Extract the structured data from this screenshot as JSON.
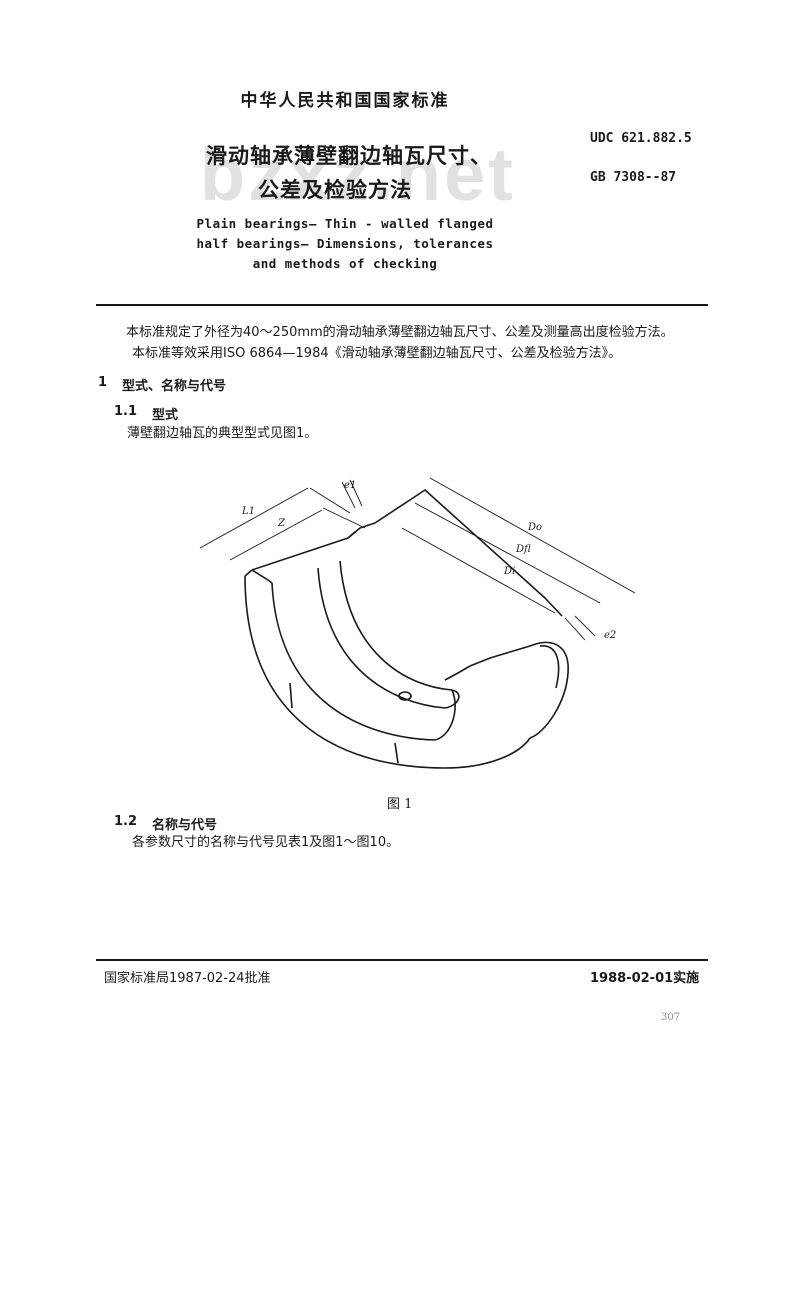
{
  "header": {
    "issuer": "中华人民共和国国家标准",
    "title_line1": "滑动轴承薄壁翻边轴瓦尺寸、",
    "title_line2": "公差及检验方法",
    "udc": "UDC 621.882.5",
    "standard_number": "GB 7308--87",
    "watermark": "bzxz.net",
    "english_title": [
      "Plain bearings— Thin - walled flanged",
      "half bearings— Dimensions, tolerances",
      "and methods of checking"
    ]
  },
  "intro": {
    "paragraph1": "本标准规定了外径为40～250mm的滑动轴承薄壁翻边轴瓦尺寸、公差及测量高出度检验方法。",
    "paragraph2": "本标准等效采用ISO 6864—1984《滑动轴承薄壁翻边轴瓦尺寸、公差及检验方法》。"
  },
  "sections": {
    "s1": {
      "number": "1",
      "title": "型式、名称与代号"
    },
    "s1_1": {
      "number": "1.1",
      "title": "型式",
      "text": "薄壁翻边轴瓦的典型型式见图1。"
    },
    "figure": {
      "caption": "图 1",
      "labels": {
        "l1": "L1",
        "z": "Z",
        "e1": "e1",
        "do": "Do",
        "dfl": "Dfl",
        "di": "Di",
        "e2": "e2"
      }
    },
    "s1_2": {
      "number": "1.2",
      "title": "名称与代号",
      "text": "各参数尺寸的名称与代号见表1及图1～图10。"
    }
  },
  "footer": {
    "approval": "国家标准局1987-02-24批准",
    "effective": "1988-02-01实施",
    "page_number": "307"
  },
  "colors": {
    "ink": "#1a1a1a",
    "watermark": "#aaaaaa",
    "page_number": "#888888"
  }
}
